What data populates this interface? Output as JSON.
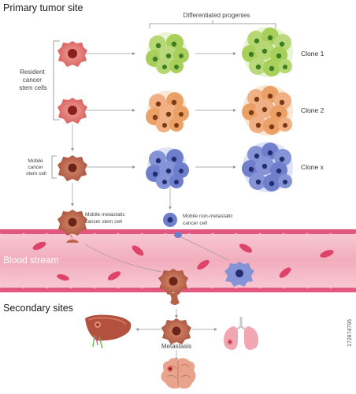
{
  "sections": {
    "primary": "Primary tumor site",
    "blood": "Blood stream",
    "secondary": "Secondary sites"
  },
  "labels": {
    "differentiated": "Differentiated progenies",
    "resident": [
      "Resident",
      "cancer",
      "stem cells"
    ],
    "mobile": [
      "Mobile",
      "cancer",
      "stem cell"
    ],
    "metastatic": [
      "Mobile metastatic",
      "cancer stem cell"
    ],
    "nonmetastatic": [
      "Mobile non-metastatic",
      "cancer cell"
    ],
    "metastasis": "Metastasis"
  },
  "clones": [
    "Clone 1",
    "Clone 2",
    "Clone x"
  ],
  "watermark": "172874795",
  "colors": {
    "green": "#a7cf5a",
    "orange": "#eba066",
    "blue": "#6f7fcc",
    "stem_red": "#df6c67",
    "stem_brown": "#b9624a",
    "vessel": "#f4b9c6",
    "vessel_wall": "#e3577e",
    "rbc": "#e0436a"
  }
}
